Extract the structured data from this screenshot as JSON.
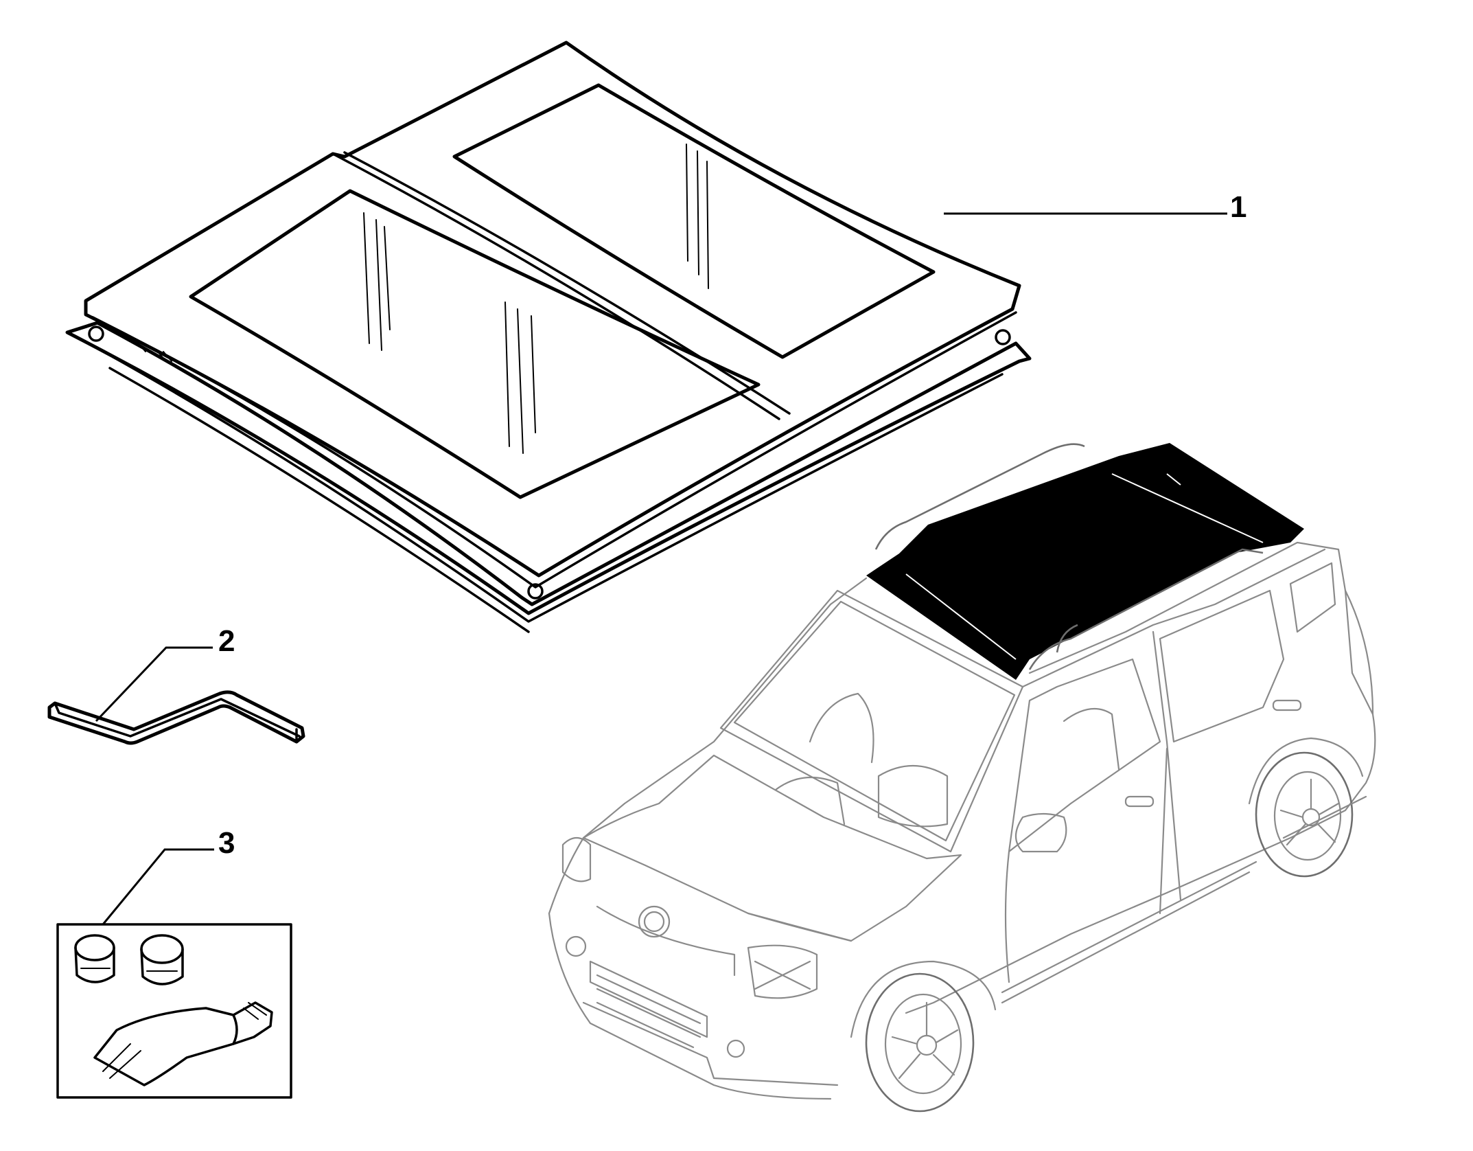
{
  "callouts": [
    {
      "id": "1",
      "label": "1"
    },
    {
      "id": "2",
      "label": "2"
    },
    {
      "id": "3",
      "label": "3"
    }
  ],
  "colors": {
    "line": "#000000",
    "car_outline": "#8a8a8a",
    "roof_fill": "#000000",
    "background": "#ffffff"
  }
}
